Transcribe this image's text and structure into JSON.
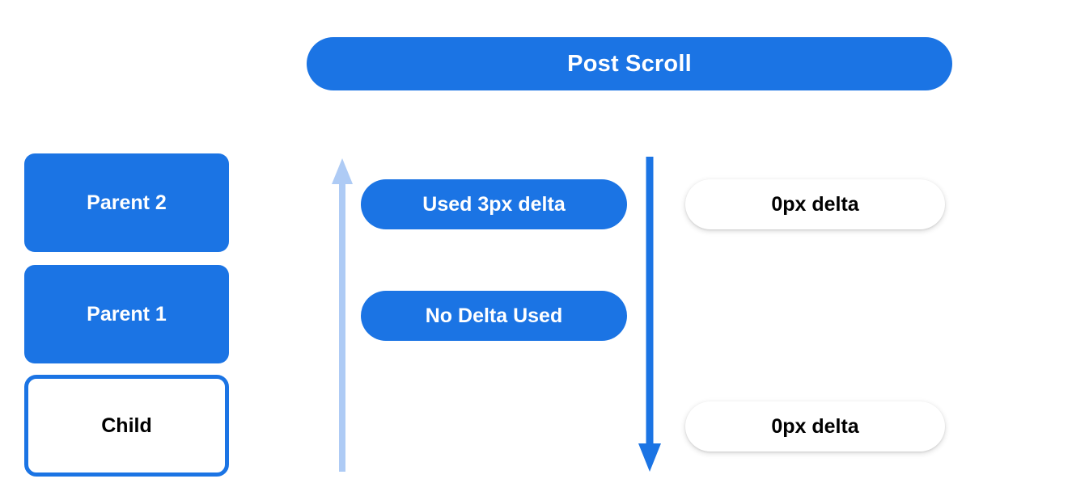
{
  "banner": {
    "title": "Post Scroll"
  },
  "nodes": [
    {
      "label": "Parent 2",
      "style": "filled"
    },
    {
      "label": "Parent 1",
      "style": "filled"
    },
    {
      "label": "Child",
      "style": "outlined"
    }
  ],
  "arrows": [
    {
      "name": "scroll-up-arrow",
      "direction": "up",
      "color": "#aecbf5"
    },
    {
      "name": "scroll-down-arrow",
      "direction": "down",
      "color": "#1b74e4"
    }
  ],
  "pills": {
    "consumed": [
      {
        "label": "Used 3px delta"
      },
      {
        "label": "No Delta Used"
      }
    ],
    "remaining": [
      {
        "label": "0px delta"
      },
      {
        "label": "0px delta"
      }
    ]
  },
  "colors": {
    "brand_blue": "#1b74e4",
    "light_blue": "#aecbf5",
    "white": "#ffffff",
    "black": "#000000"
  }
}
